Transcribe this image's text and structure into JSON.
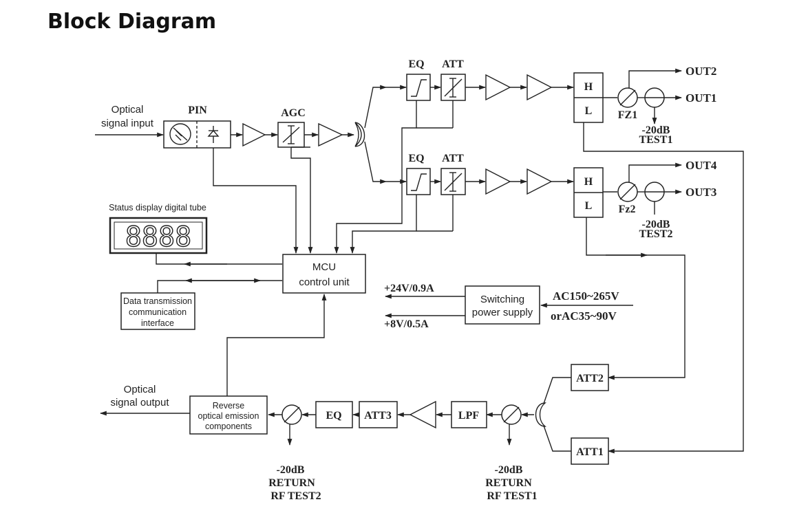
{
  "title": "Block Diagram",
  "labels": {
    "optical_input": [
      "Optical",
      "signal input"
    ],
    "pin": "PIN",
    "agc": "AGC",
    "eq": "EQ",
    "att": "ATT",
    "h": "H",
    "l": "L",
    "out2": "OUT2",
    "out1": "OUT1",
    "out4": "OUT4",
    "out3": "OUT3",
    "fz1": "FZ1",
    "fz2": "Fz2",
    "test1": [
      "-20dB",
      "TEST1"
    ],
    "test2": [
      "-20dB",
      "TEST2"
    ],
    "status_display": "Status display digital tube",
    "digit_tube_value": "8888",
    "mcu": [
      "MCU",
      "control unit"
    ],
    "data_interface": [
      "Data transmission",
      "communication",
      "interface"
    ],
    "v24": "+24V/0.9A",
    "v8": "+8V/0.5A",
    "switching_psu": [
      "Switching",
      "power supply"
    ],
    "ac_high": "AC150~265V",
    "ac_low": "orAC35~90V",
    "att2": "ATT2",
    "att1": "ATT1",
    "att3": "ATT3",
    "lpf": "LPF",
    "optical_output": [
      "Optical",
      "signal output"
    ],
    "reverse_emission": [
      "Reverse",
      "optical emission",
      "components"
    ],
    "return_test2": [
      "-20dB",
      "RETURN",
      "RF  TEST2"
    ],
    "return_test1": [
      "-20dB",
      "RETURN",
      "RF  TEST1"
    ]
  }
}
